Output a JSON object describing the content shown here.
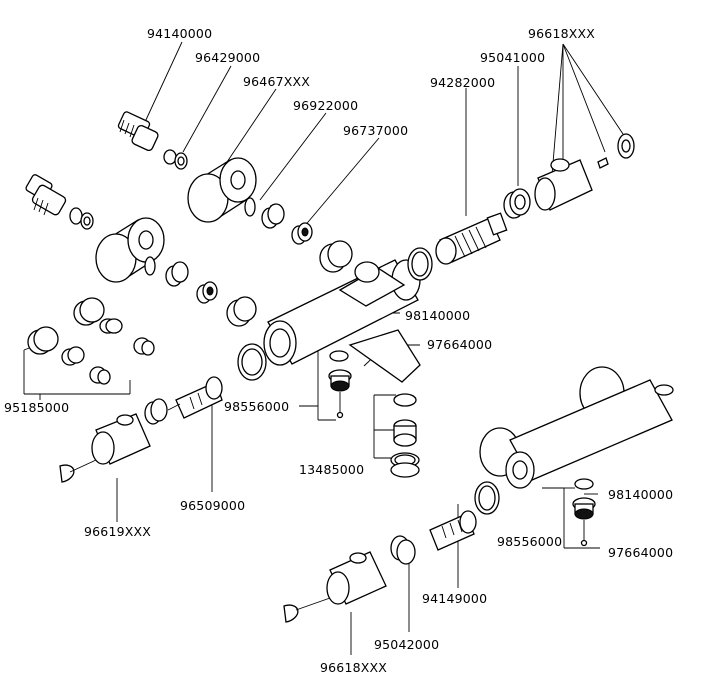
{
  "diagram": {
    "labels": {
      "l94140000": "94140000",
      "l96429000": "96429000",
      "l96467xxx": "96467XXX",
      "l96922000": "96922000",
      "l96737000": "96737000",
      "l96618xxx_top": "96618XXX",
      "l95041000": "95041000",
      "l94282000": "94282000",
      "l98140000_a": "98140000",
      "l97664000_a": "97664000",
      "l98556000_a": "98556000",
      "l13485000": "13485000",
      "l95185000": "95185000",
      "l96509000": "96509000",
      "l96619xxx": "96619XXX",
      "l98140000_b": "98140000",
      "l98556000_b": "98556000",
      "l97664000_b": "97664000",
      "l94149000": "94149000",
      "l95042000": "95042000",
      "l96618xxx_bottom": "96618XXX"
    }
  }
}
